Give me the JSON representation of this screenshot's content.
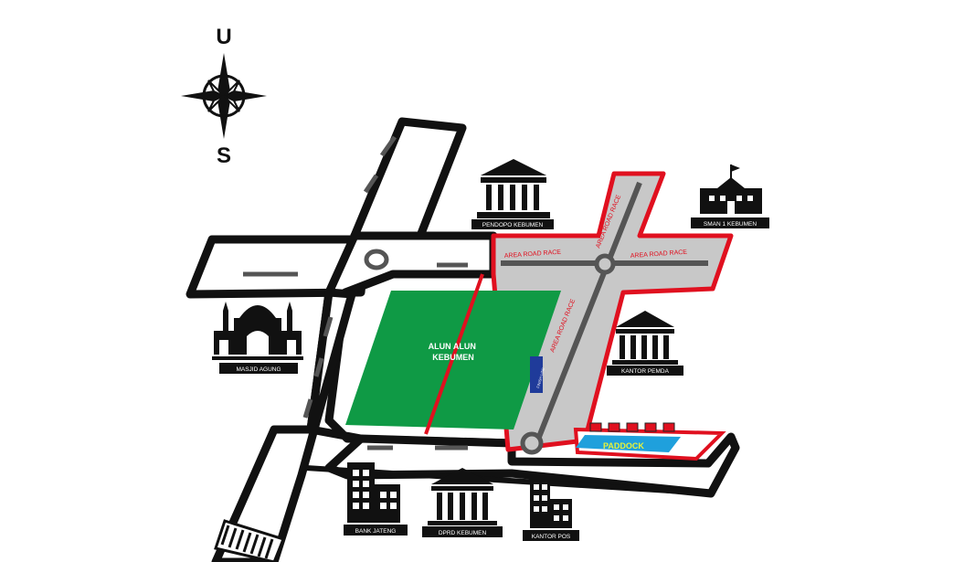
{
  "compass": {
    "north": "U",
    "south": "S",
    "icon": "compass-rose-icon"
  },
  "areas": {
    "alun_alun": "ALUN ALUN\nKEBUMEN",
    "race_label": "AREA ROAD RACE",
    "paddock": "PADDOCK",
    "blue_sign": "FINISH LINE"
  },
  "buildings": {
    "pendopo": "PENDOPO KEBUMEN",
    "sman": "SMAN 1 KEBUMEN",
    "masjid": "MASJID AGUNG",
    "kantor_pemda": "KANTOR PEMDA",
    "bank": "BANK JATENG",
    "dprd": "DPRD KEBUMEN",
    "kantor_pos": "KANTOR POS"
  },
  "colors": {
    "road_outline": "#111111",
    "race_area": "#c8c8c8",
    "race_border": "#e0101f",
    "alun_green": "#0f9a45",
    "paddock_blue": "#1fa0dc",
    "paddock_text": "#e8f23a",
    "building": "#111111"
  }
}
